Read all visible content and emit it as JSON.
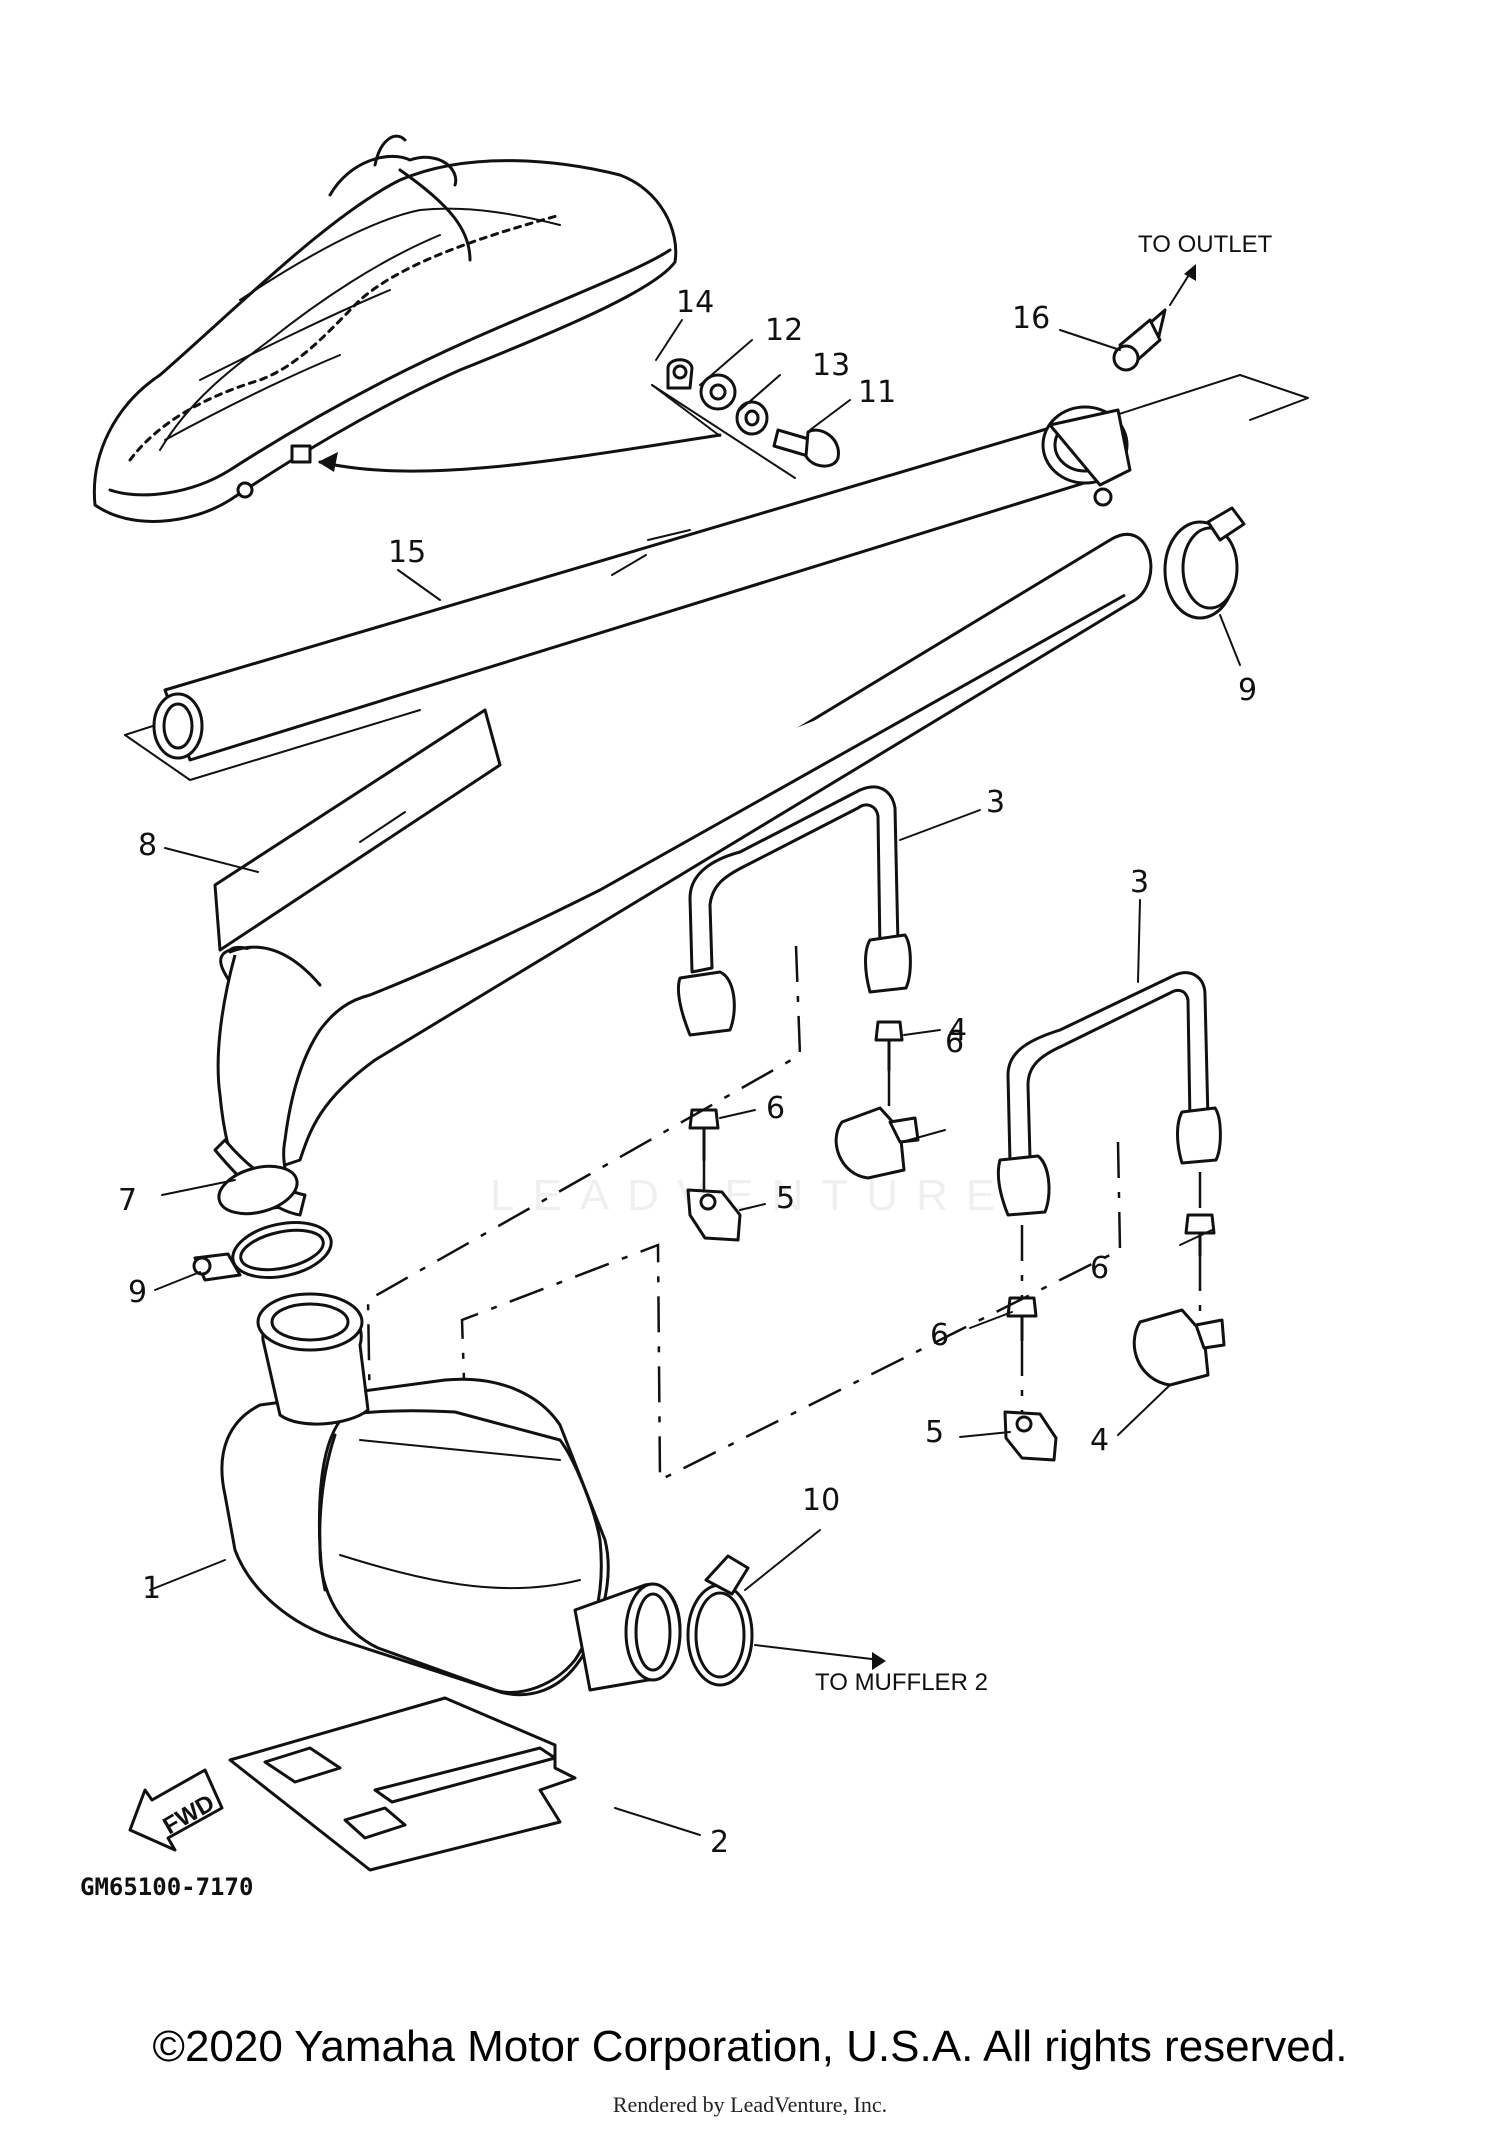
{
  "diagram": {
    "callouts": {
      "c1": "1",
      "c2": "2",
      "c3a": "3",
      "c3b": "3",
      "c4a": "4",
      "c4b": "4",
      "c5a": "5",
      "c5b": "5",
      "c6a": "6",
      "c6b": "6",
      "c6c": "6",
      "c6d": "6",
      "c7": "7",
      "c8": "8",
      "c9a": "9",
      "c9b": "9",
      "c10": "10",
      "c11": "11",
      "c12": "12",
      "c13": "13",
      "c14": "14",
      "c15": "15",
      "c16": "16"
    },
    "to_outlet": "TO OUTLET",
    "to_muffler": "TO MUFFLER 2",
    "fwd_label": "FWD",
    "part_code": "GM65100-7170",
    "watermark": "LEADVENTURE"
  },
  "footer": {
    "copyright": "©2020 Yamaha Motor Corporation, U.S.A. All rights reserved.",
    "rendered_by": "Rendered by LeadVenture, Inc."
  }
}
